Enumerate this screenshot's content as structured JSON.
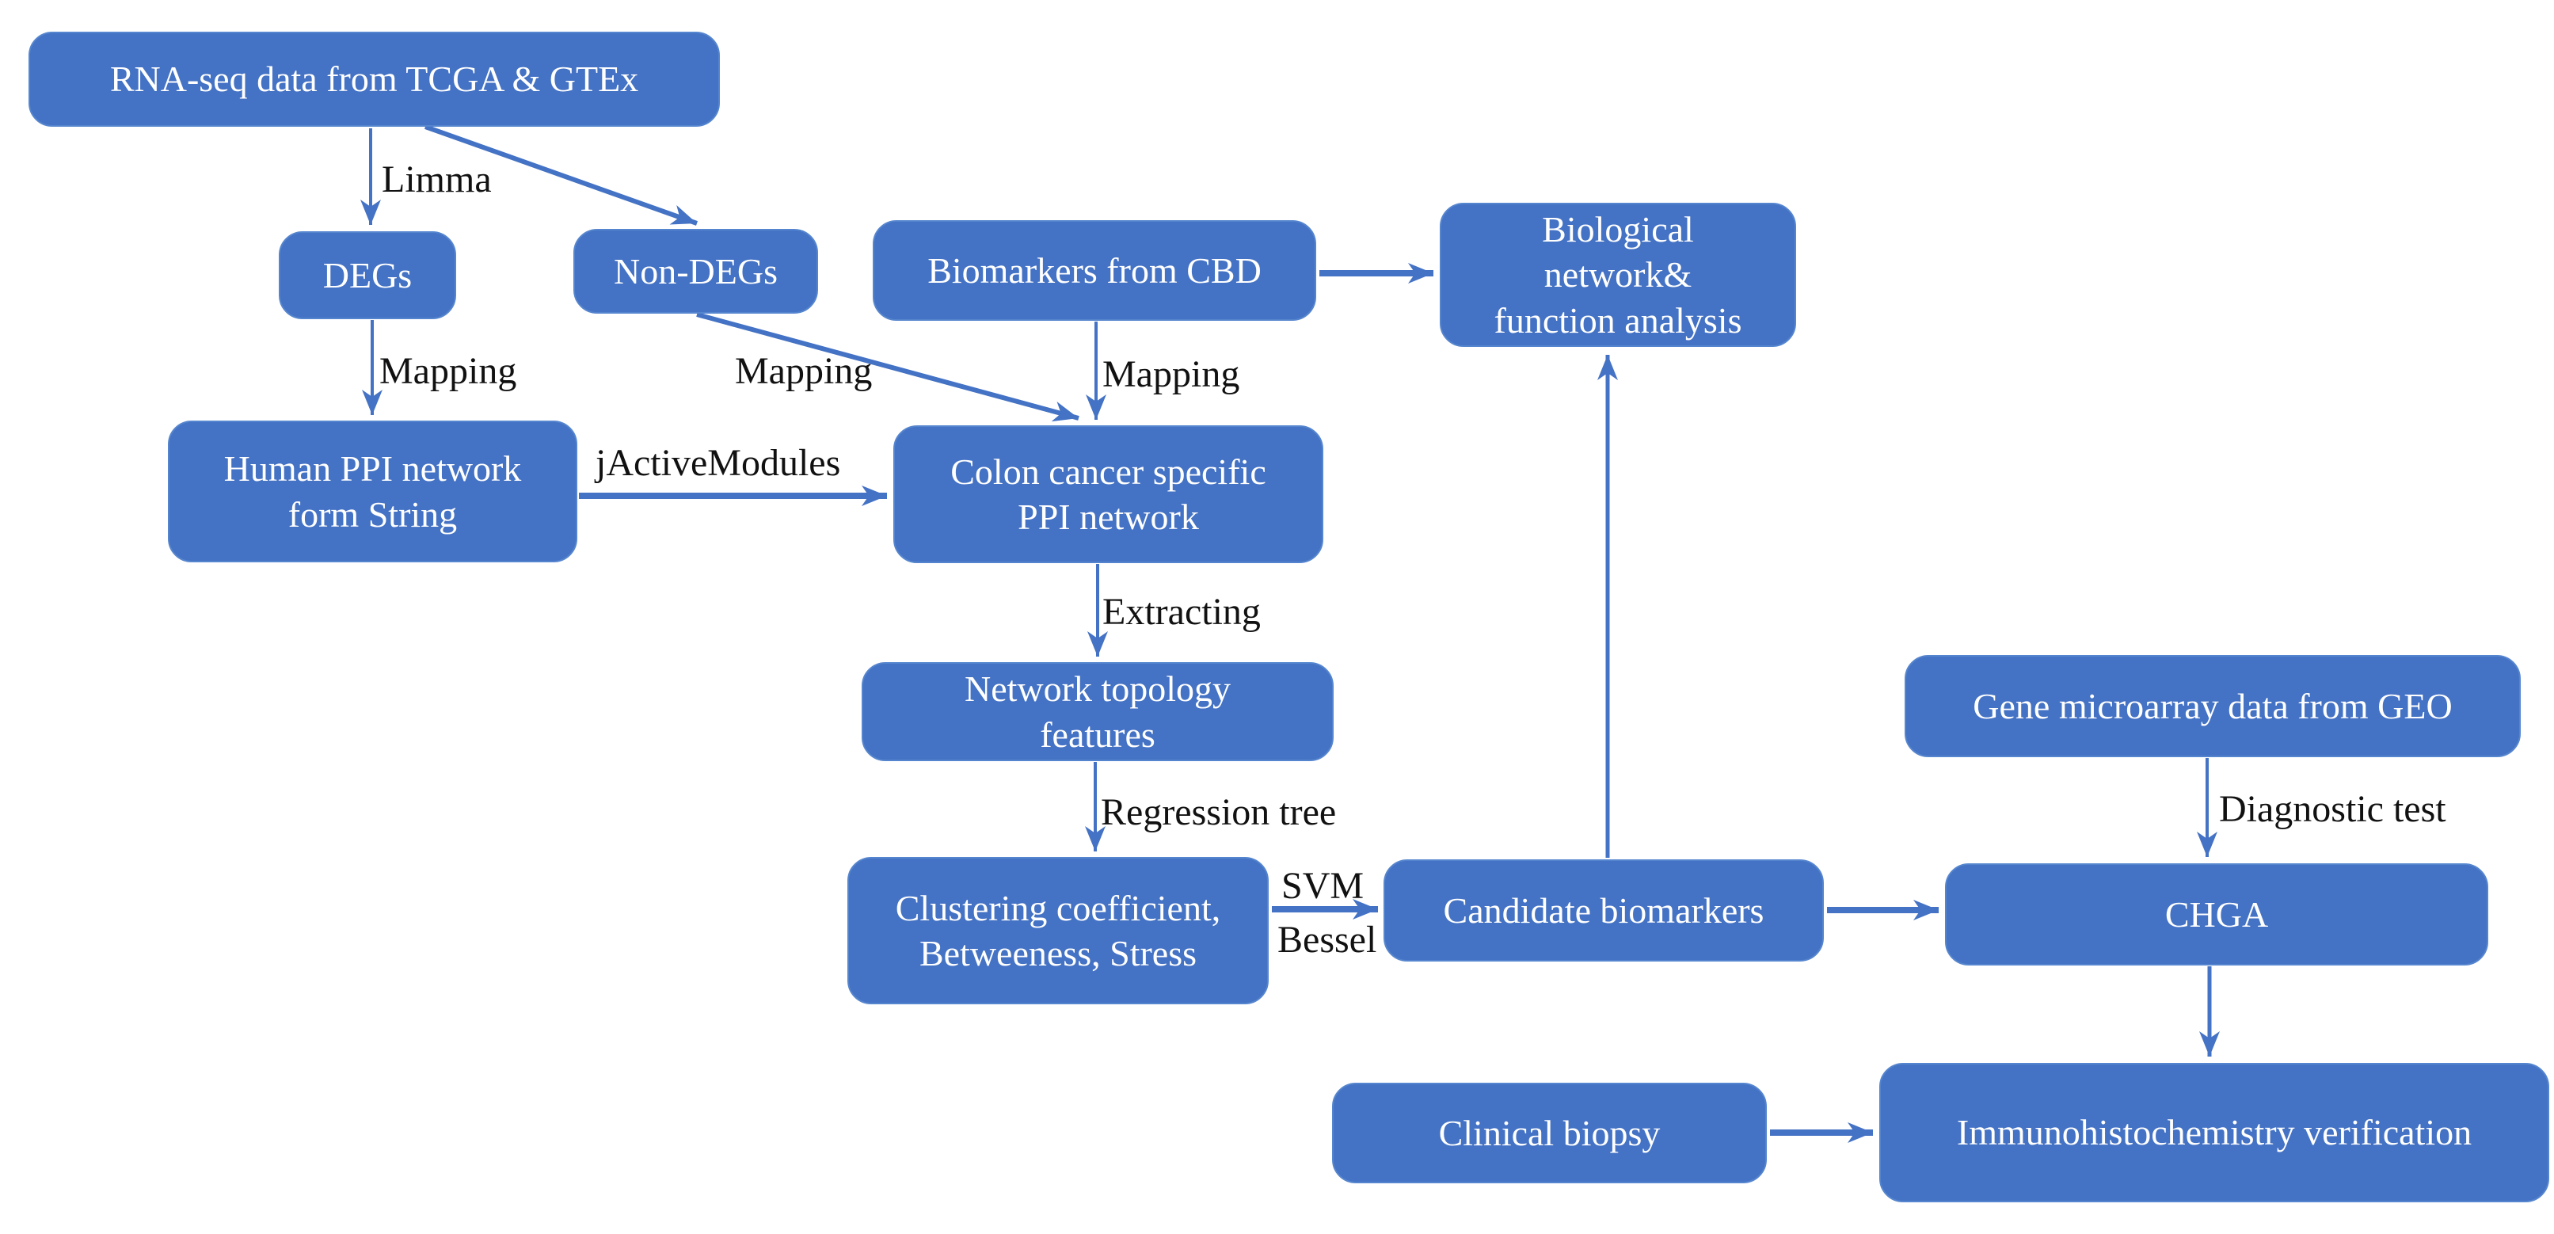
{
  "colors": {
    "node_fill": "#4472C4",
    "node_text": "#ffffff",
    "arrow": "#4472C4",
    "label_text": "#111111",
    "background": "#ffffff"
  },
  "nodes": {
    "rna_seq": {
      "label": "RNA-seq data from TCGA & GTEx"
    },
    "degs": {
      "label": "DEGs"
    },
    "non_degs": {
      "label": "Non-DEGs"
    },
    "biomarkers_cbd": {
      "label": "Biomarkers from CBD"
    },
    "bio_network": {
      "label": "Biological\nnetwork&\nfunction analysis"
    },
    "human_ppi": {
      "label": "Human PPI network\nform String"
    },
    "colon_ppi": {
      "label": "Colon cancer specific\nPPI network"
    },
    "net_topology": {
      "label": "Network topology\nfeatures"
    },
    "clustering": {
      "label": "Clustering coefficient,\nBetweeness, Stress"
    },
    "candidate": {
      "label": "Candidate biomarkers"
    },
    "geo": {
      "label": "Gene microarray data from GEO"
    },
    "chga": {
      "label": "CHGA"
    },
    "clinical": {
      "label": "Clinical biopsy"
    },
    "immuno": {
      "label": "Immunohistochemistry verification"
    }
  },
  "edge_labels": {
    "limma": "Limma",
    "mapping_degs": "Mapping",
    "mapping_nondegs": "Mapping",
    "mapping_cbd": "Mapping",
    "jactivemodules": "jActiveModules",
    "extracting": "Extracting",
    "regression_tree": "Regression tree",
    "svm": "SVM",
    "bessel": "Bessel",
    "diagnostic_test": "Diagnostic test"
  }
}
